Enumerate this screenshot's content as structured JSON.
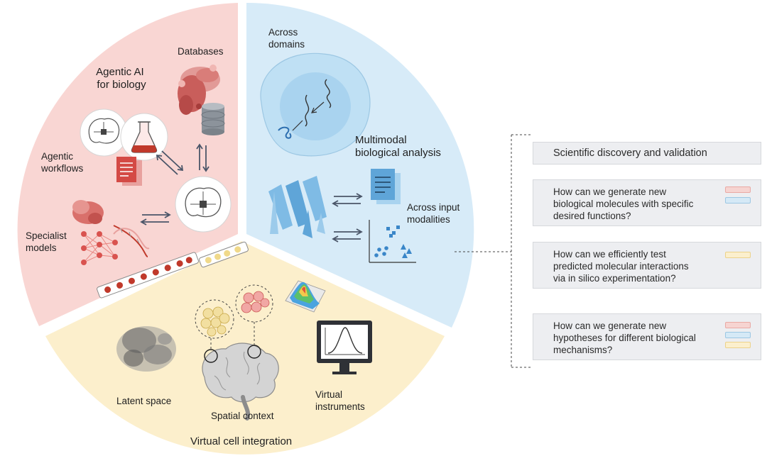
{
  "segments": {
    "agentic": {
      "title": "Agentic AI\nfor biology",
      "databases_label": "Databases",
      "workflows_label": "Agentic\nworkflows",
      "specialist_label": "Specialist\nmodels",
      "color": "#f9d6d3"
    },
    "multimodal": {
      "title": "Multimodal\nbiological analysis",
      "domains_label": "Across\ndomains",
      "modalities_label": "Across input\nmodalities",
      "color": "#d7ebf8"
    },
    "virtual_cell": {
      "title": "Virtual cell integration",
      "latent_label": "Latent space",
      "spatial_label": "Spatial context",
      "instruments_label": "Virtual\ninstruments",
      "color": "#fcefcc"
    }
  },
  "panel": {
    "header": "Scientific discovery and validation",
    "questions": [
      {
        "text": "How can we generate new\nbiological molecules with specific\ndesired functions?",
        "tags": [
          "red",
          "blue"
        ]
      },
      {
        "text": "How can we efficiently test\npredicted molecular interactions\nvia in silico experimentation?",
        "tags": [
          "yellow"
        ]
      },
      {
        "text": "How can we generate new\nhypotheses for different biological\nmechanisms?",
        "tags": [
          "red",
          "blue",
          "yellow"
        ]
      }
    ]
  },
  "colors": {
    "red_accent": "#c8423f",
    "blue_accent": "#5fa5d8",
    "yellow_accent": "#e8c867",
    "arrow": "#4a5568"
  }
}
